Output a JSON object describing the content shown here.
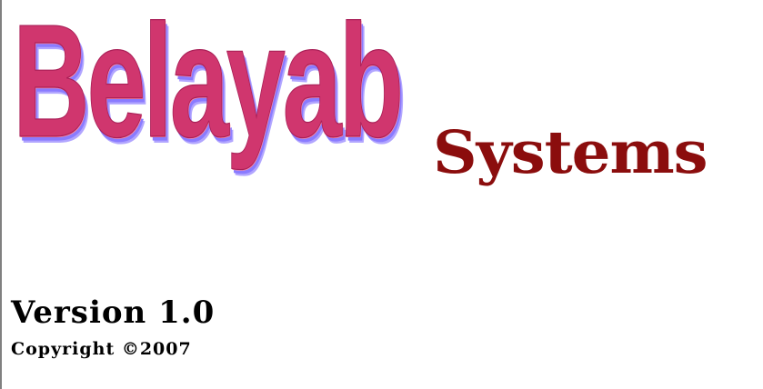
{
  "splash": {
    "brand_title": "Belayab",
    "brand_subtitle": "Systems",
    "version": "Version 1.0",
    "copyright": "Copyright ©2007"
  },
  "colors": {
    "title_fill": "#d0366e",
    "title_shadow": "#8a7bff",
    "subtitle": "#8b0d0d",
    "text": "#000000",
    "background": "#ffffff"
  }
}
